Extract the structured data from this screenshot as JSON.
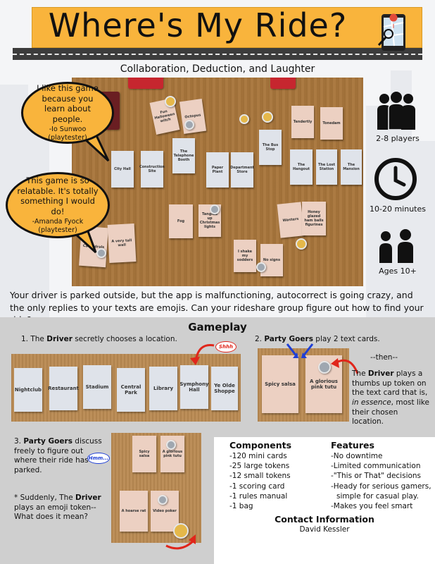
{
  "header": {
    "title": "Where's My Ride?",
    "subtitle": "Collaboration, Deduction, and Laughter"
  },
  "quotes": [
    {
      "text": "I like this game because you learn about people.",
      "author": "-Io Sunwoo",
      "role": "(playtester)"
    },
    {
      "text": "This game is so relatable. It's totally something I would do!",
      "author": "-Amanda Fyock",
      "role": "(playtester)"
    }
  ],
  "stats": {
    "players": "2-8 players",
    "time": "10-20 minutes",
    "ages": "Ages 10+"
  },
  "photo_cards": {
    "pink": [
      "Fun Halloween witch",
      "Octopus",
      "Tendertly",
      "Tonedam",
      "Fog",
      "Tangled up Christmas lights",
      "Wasters",
      "Honey glazed ham balls figurines",
      "Cathedrals",
      "A very tall wall",
      "I shake my sodders",
      "No signs"
    ],
    "blue": [
      "City Hall",
      "Construction Site",
      "The Telephone Booth",
      "Paper Plant",
      "Department Store",
      "The Bus Stop",
      "The Hangout",
      "The Lost Station",
      "The Mansion"
    ]
  },
  "intro": "Your driver is parked outside, but the app is malfunctioning, autocorrect is going crazy, and the only replies to your texts are emojis. Can your rideshare group figure out how to find your ride?",
  "gameplay": {
    "title": "Gameplay",
    "step1": {
      "num": "1. The ",
      "role": "Driver",
      "text": " secretly chooses a location."
    },
    "step1_sticker": "Shhh",
    "step1_cards": [
      "Nightclub",
      "Restaurant",
      "Stadium",
      "Central Park",
      "Library",
      "Symphony Hall",
      "Ye Olde Shoppe"
    ],
    "step2": {
      "num": "2. ",
      "role": "Party Goers",
      "text": " play 2 text cards."
    },
    "then": "--then--",
    "step2_cards": [
      "Spicy salsa",
      "A glorious pink tutu"
    ],
    "step2b": {
      "pre": "The ",
      "role": "Driver",
      "mid": " plays a thumbs up token on the text card that is, ",
      "em": "in essence",
      "post": ", most like their chosen location."
    },
    "step3": {
      "num": "3. ",
      "role": "Party Goers",
      "text": " discuss freely to figure out where their ride has parked."
    },
    "step3_sticker": "Hmm...",
    "step3_cards": [
      "Spicy salsa",
      "A glorious pink tutu",
      "A hoarse rat",
      "Video poker"
    ],
    "step4": {
      "pre": "* Suddenly, The ",
      "role": "Driver",
      "text": " plays an emoji token-- What does it mean?"
    }
  },
  "components": {
    "title": "Components",
    "items": [
      "-120 mini cards",
      "-25 large tokens",
      "-12 small tokens",
      "-1 scoring card",
      "-1 rules manual",
      "-1 bag"
    ]
  },
  "features": {
    "title": "Features",
    "items": [
      "-No downtime",
      "-Limited communication",
      "-\"This or That\" decisions",
      "-Heady for serious gamers,",
      "simple for casual play.",
      "-Makes you feel smart"
    ]
  },
  "contact": {
    "title": "Contact Information",
    "name": "David Kessler"
  },
  "colors": {
    "banner": "#f9b43c",
    "bubble": "#f9b43c",
    "road": "#3c3c3c",
    "gameplay_bg": "#cfcfcf",
    "arrow_red": "#e0261b",
    "arrow_blue": "#1f3fd6"
  },
  "icons": [
    "map-phone-icon",
    "group-people-icon",
    "clock-icon",
    "adult-child-icon",
    "thumbs-up-token-icon",
    "emoji-token-icon"
  ]
}
